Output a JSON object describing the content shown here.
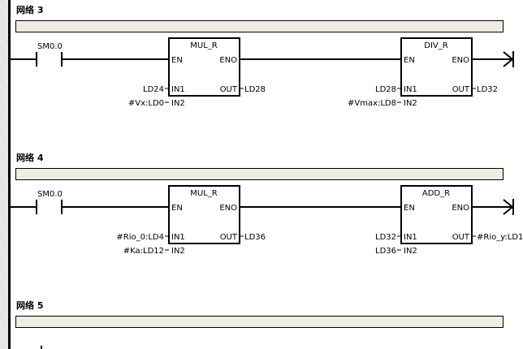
{
  "networks": [
    {
      "title": "网络 3",
      "contact": "SM0.0",
      "box1": {
        "name": "MUL_R",
        "en": "EN",
        "eno": "ENO",
        "in1": "IN1",
        "in2": "IN2",
        "out": "OUT",
        "in1_val": "LD24",
        "in2_val": "#Vx:LD0",
        "out_val": "LD28"
      },
      "box2": {
        "name": "DIV_R",
        "en": "EN",
        "eno": "ENO",
        "in1": "IN1",
        "in2": "IN2",
        "out": "OUT",
        "in1_val": "LD28",
        "in2_val": "#Vmax:LD8",
        "out_val": "LD32"
      }
    },
    {
      "title": "网络 4",
      "contact": "SM0.0",
      "box1": {
        "name": "MUL_R",
        "en": "EN",
        "eno": "ENO",
        "in1": "IN1",
        "in2": "IN2",
        "out": "OUT",
        "in1_val": "#Rio_0:LD4",
        "in2_val": "#Ka:LD12",
        "out_val": "LD36"
      },
      "box2": {
        "name": "ADD_R",
        "en": "EN",
        "eno": "ENO",
        "in1": "IN1",
        "in2": "IN2",
        "out": "OUT",
        "in1_val": "LD32",
        "in2_val": "LD36",
        "out_val": "#Rio_y:LD1"
      }
    },
    {
      "title": "网络 5"
    }
  ]
}
